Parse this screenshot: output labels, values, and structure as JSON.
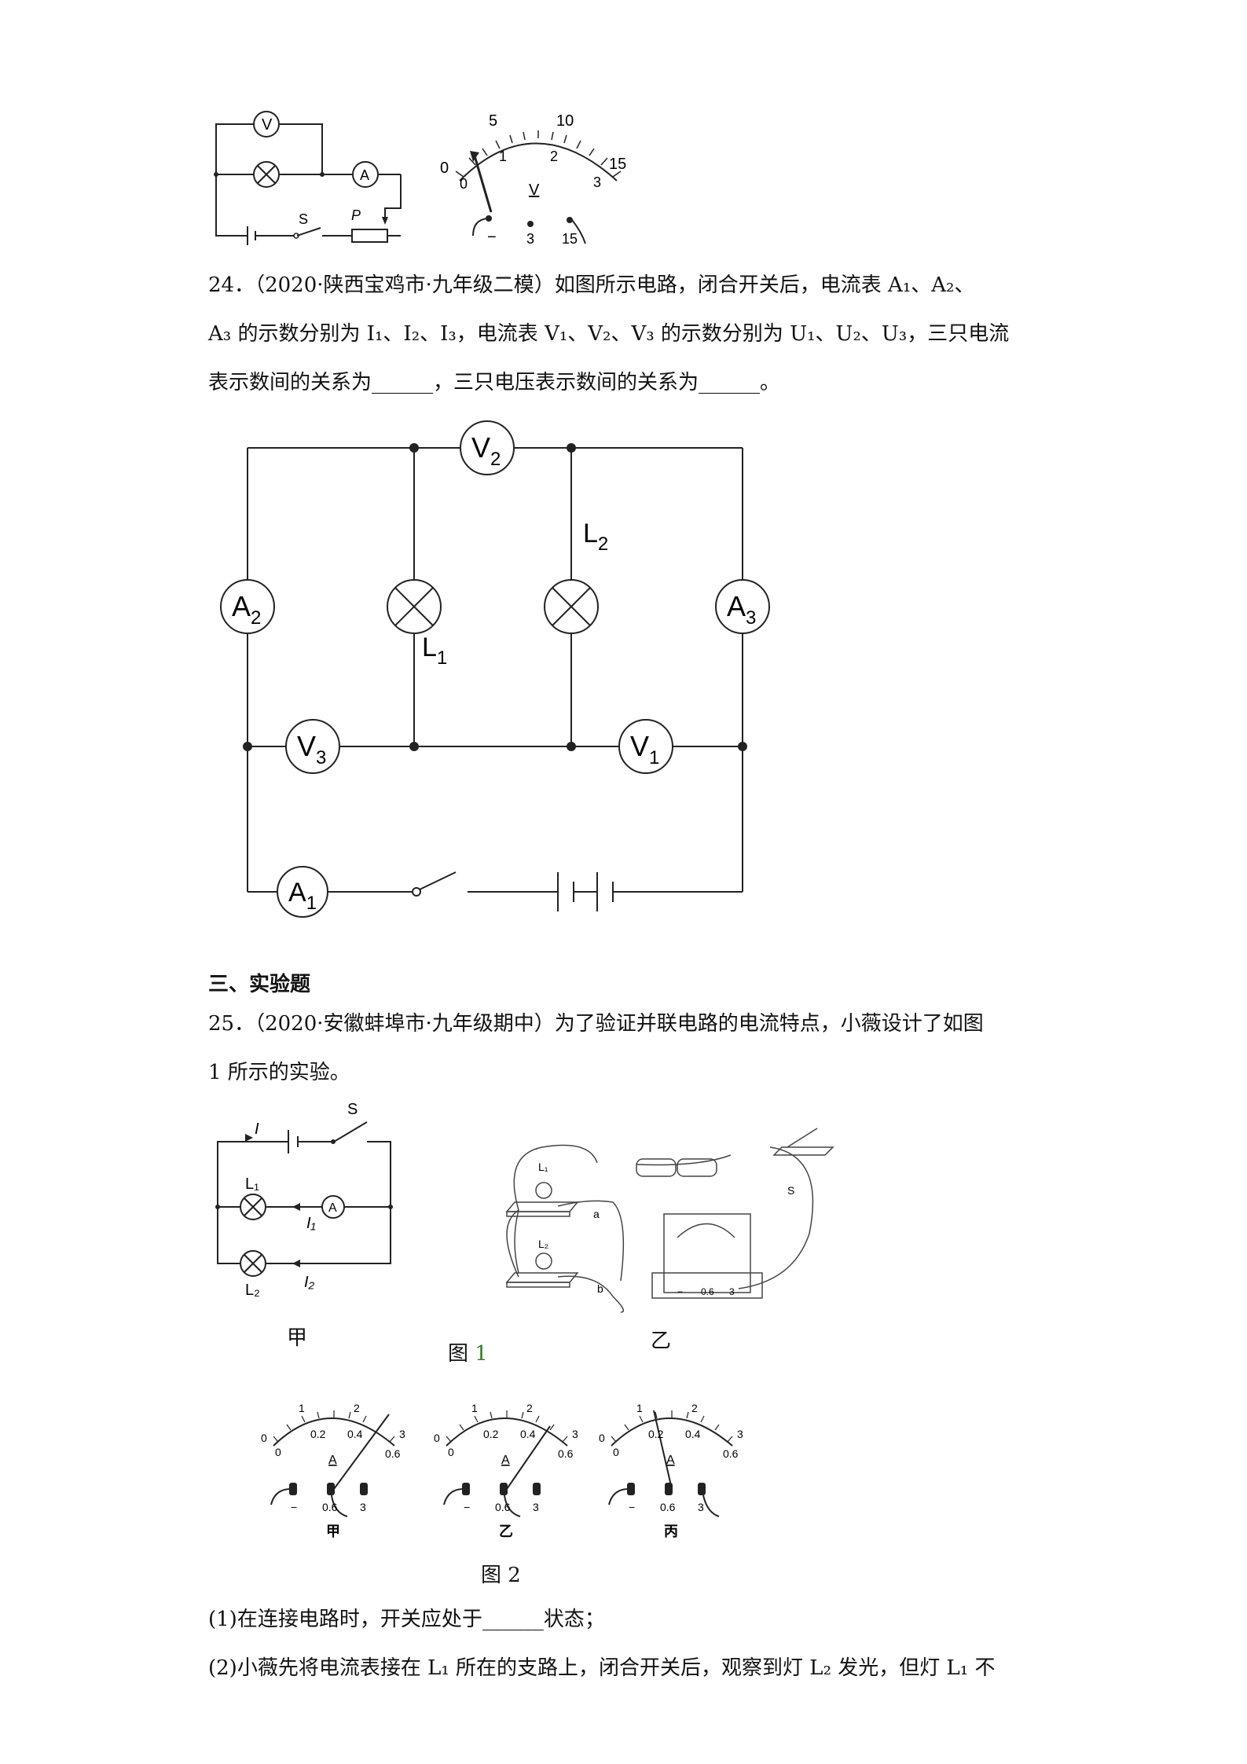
{
  "fig_top": {
    "circuit": {
      "voltmeter": "V",
      "ammeter": "A",
      "switch": "S",
      "slider": "P"
    },
    "meter": {
      "upper_scale": [
        "0",
        "5",
        "10",
        "15"
      ],
      "lower_scale": [
        "0",
        "1",
        "2",
        "3"
      ],
      "unit": "V",
      "terminals": [
        "−",
        "3",
        "15"
      ]
    }
  },
  "q24": {
    "line1": "24．（2020·陕西宝鸡市·九年级二模）如图所示电路，闭合开关后，电流表 A₁、A₂、",
    "line2": "A₃ 的示数分别为 I₁、I₂、I₃，电流表 V₁、V₂、V₃ 的示数分别为 U₁、U₂、U₃，三只电流",
    "line3": "表示数间的关系为______，三只电压表示数间的关系为______。",
    "labels": {
      "V2": "V",
      "V2_sub": "2",
      "A2": "A",
      "A2_sub": "2",
      "A3": "A",
      "A3_sub": "3",
      "L1": "L",
      "L1_sub": "1",
      "L2": "L",
      "L2_sub": "2",
      "V3": "V",
      "V3_sub": "3",
      "V1": "V",
      "V1_sub": "1",
      "A1": "A",
      "A1_sub": "1"
    }
  },
  "section3": {
    "heading": "三、实验题"
  },
  "q25": {
    "line1": "25．（2020·安徽蚌埠市·九年级期中）为了验证并联电路的电流特点，小薇设计了如图",
    "line2": "1 所示的实验。",
    "fig1": {
      "jia_labels": {
        "I": "I",
        "S": "S",
        "L1": "L₁",
        "I1": "I₁",
        "A": "A",
        "L2": "L₂",
        "I2": "I₂"
      },
      "yi_labels": {
        "L1": "L₁",
        "L2": "L₂",
        "a": "a",
        "b": "b",
        "S": "S",
        "terminals": [
          "−",
          "0.6",
          "3"
        ]
      },
      "jia": "甲",
      "yi": "乙",
      "caption_prefix": "图",
      "caption_num": "1"
    },
    "fig2": {
      "meters": [
        {
          "label": "甲",
          "upper": [
            "0",
            "1",
            "2",
            "3"
          ],
          "lower": [
            "0",
            "0.2",
            "0.4",
            "0.6"
          ],
          "unit": "A",
          "terminals": [
            "−",
            "0.6",
            "3"
          ]
        },
        {
          "label": "乙",
          "upper": [
            "0",
            "1",
            "2",
            "3"
          ],
          "lower": [
            "0",
            "0.2",
            "0.4",
            "0.6"
          ],
          "unit": "A",
          "terminals": [
            "−",
            "0.6",
            "3"
          ]
        },
        {
          "label": "丙",
          "upper": [
            "0",
            "1",
            "2",
            "3"
          ],
          "lower": [
            "0",
            "0.2",
            "0.4",
            "0.6"
          ],
          "unit": "A",
          "terminals": [
            "−",
            "0.6",
            "3"
          ]
        }
      ],
      "caption": "图 2"
    },
    "part1": "(1)在连接电路时，开关应处于______状态；",
    "part2": "(2)小薇先将电流表接在 L₁ 所在的支路上，闭合开关后，观察到灯 L₂ 发光，但灯 L₁ 不"
  }
}
